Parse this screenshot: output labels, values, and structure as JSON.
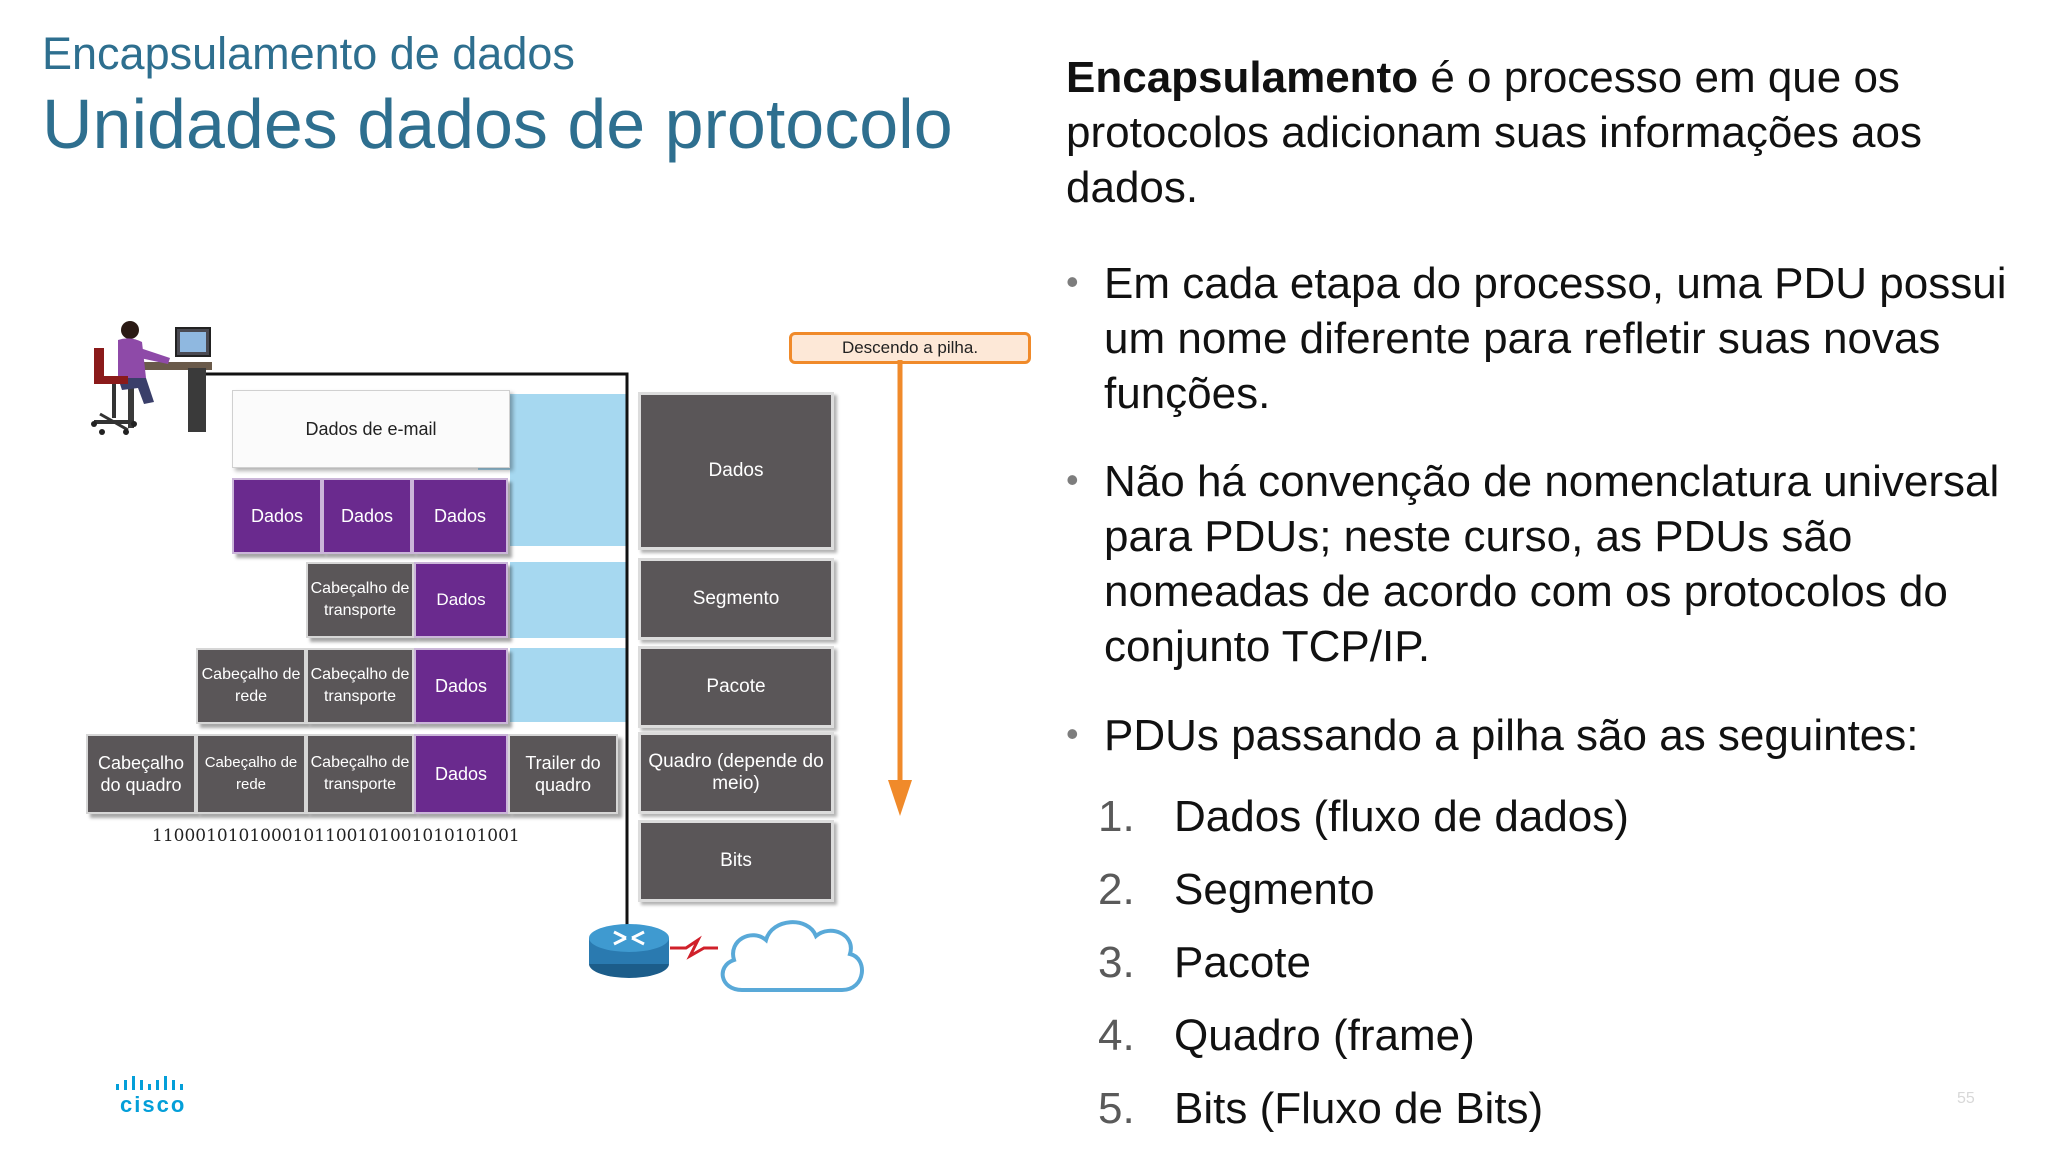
{
  "header": {
    "subtitle": "Encapsulamento de dados",
    "title": "Unidades dados de protocolo"
  },
  "intro": {
    "bold": "Encapsulamento",
    "rest": " é o processo em que os protocolos adicionam suas informações aos dados."
  },
  "bullets": [
    "Em cada etapa do processo, uma PDU possui um nome diferente para refletir suas novas funções.",
    "Não há convenção de nomenclatura universal para PDUs; neste curso, as PDUs são nomeadas de acordo com os protocolos do conjunto TCP/IP.",
    "PDUs passando a pilha são as seguintes:"
  ],
  "pdu_list": [
    {
      "num": "1.",
      "text": "Dados (fluxo de dados)"
    },
    {
      "num": "2.",
      "text": "Segmento"
    },
    {
      "num": "3.",
      "text": "Pacote"
    },
    {
      "num": "4.",
      "text": "Quadro (frame)"
    },
    {
      "num": "5.",
      "text": "Bits (Fluxo de Bits)"
    }
  ],
  "diagram": {
    "email_label": "Dados de e-mail",
    "data_label": "Dados",
    "transport_header": "Cabeçalho de transporte",
    "network_header": "Cabeçalho de rede",
    "frame_header": "Cabeçalho do quadro",
    "frame_trailer": "Trailer do quadro",
    "bit_string": "1100010101000101100101001010101001",
    "stack_label": "Descendo a pilha.",
    "pdu_names": {
      "data": "Dados",
      "segment": "Segmento",
      "packet": "Pacote",
      "frame": "Quadro (depende do meio)",
      "bits": "Bits"
    },
    "colors": {
      "data_block": "#6a2a8e",
      "header_block": "#5a5658",
      "stack_band": "#a6d8f0",
      "arrow": "#f08a2a"
    }
  },
  "footer": {
    "logo_text": "cisco",
    "page_number": "55"
  }
}
